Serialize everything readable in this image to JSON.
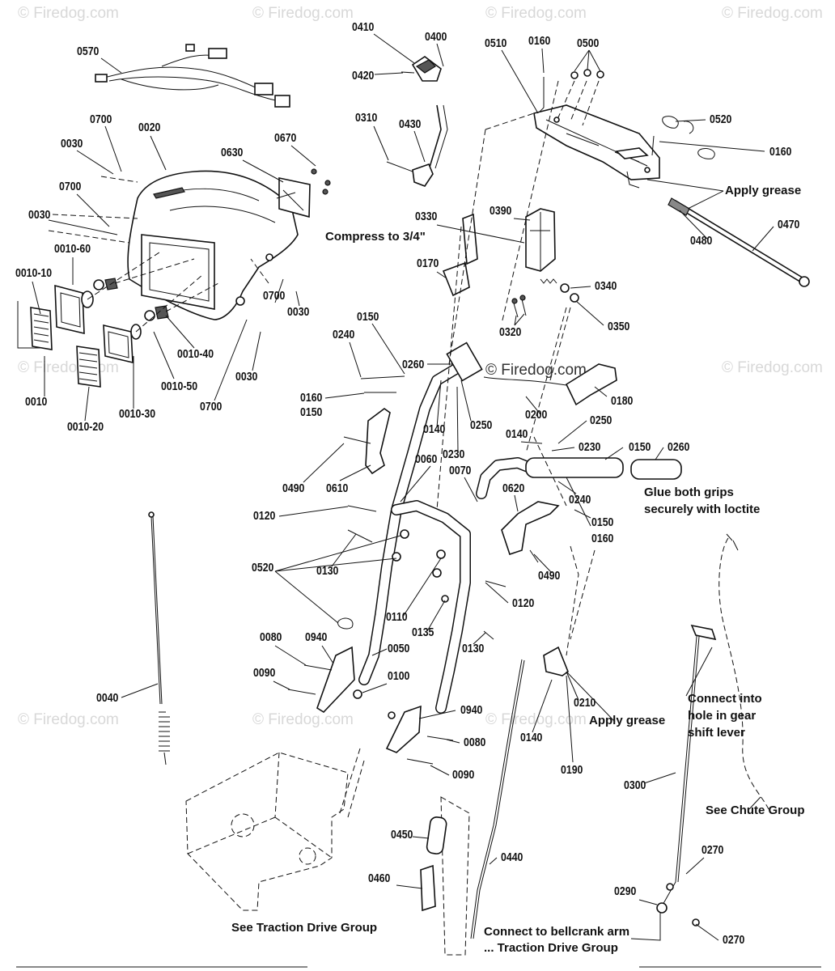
{
  "watermarks": [
    "© Firedog.com",
    "© Firedog.com",
    "© Firedog.com",
    "© Firedog.com",
    "© Firedog.com",
    "© Firedog.com",
    "© Firedog.com",
    "© Firedog.com",
    "© Firedog.com"
  ],
  "center_mark": "© Firedog.com",
  "labels": {
    "p0570": "0570",
    "p0700a": "0700",
    "p0020": "0020",
    "p0030a": "0030",
    "p0670": "0670",
    "p0630": "0630",
    "p0700b": "0700",
    "p0030b": "0030",
    "p0010_60": "0010-60",
    "p0010_10": "0010-10",
    "p0700c": "0700",
    "p0030c": "0030",
    "p0010_40": "0010-40",
    "p0010_50": "0010-50",
    "p0030d": "0030",
    "p0010": "0010",
    "p0010_30": "0010-30",
    "p0700d": "0700",
    "p0010_20": "0010-20",
    "p0410": "0410",
    "p0400": "0400",
    "p0420": "0420",
    "p0510": "0510",
    "p0160a": "0160",
    "p0500": "0500",
    "p0310": "0310",
    "p0430": "0430",
    "p0520a": "0520",
    "p0160b": "0160",
    "p0330": "0330",
    "p0390": "0390",
    "p0480": "0480",
    "p0470": "0470",
    "p0170": "0170",
    "p0340": "0340",
    "p0320": "0320",
    "p0350": "0350",
    "p0150a": "0150",
    "p0240a": "0240",
    "p0260a": "0260",
    "p0180": "0180",
    "p0160c": "0160",
    "p0150b": "0150",
    "p0200": "0200",
    "p0250a": "0250",
    "p0140a": "0140",
    "p0250b": "0250",
    "p0140b": "0140",
    "p0230a": "0230",
    "p0230b": "0230",
    "p0150c": "0150",
    "p0260b": "0260",
    "p0490a": "0490",
    "p0610": "0610",
    "p0060": "0060",
    "p0070": "0070",
    "p0620": "0620",
    "p0240b": "0240",
    "p0120a": "0120",
    "p0150d": "0150",
    "p0160d": "0160",
    "p0520b": "0520",
    "p0130a": "0130",
    "p0490b": "0490",
    "p0120b": "0120",
    "p0110": "0110",
    "p0135": "0135",
    "p0130b": "0130",
    "p0080a": "0080",
    "p0940a": "0940",
    "p0050": "0050",
    "p0090a": "0090",
    "p0100": "0100",
    "p0210": "0210",
    "p0040": "0040",
    "p0940b": "0940",
    "p0140c": "0140",
    "p0080b": "0080",
    "p0090b": "0090",
    "p0190": "0190",
    "p0300": "0300",
    "p0450": "0450",
    "p0440": "0440",
    "p0460": "0460",
    "p0270a": "0270",
    "p0290": "0290",
    "p0270b": "0270"
  },
  "notes": {
    "compress": "Compress to 3/4\"",
    "grease1": "Apply grease",
    "glue1": "Glue both grips",
    "glue2": "securely with loctite",
    "grease2": "Apply grease",
    "connect1": "Connect into",
    "connect2": "hole in gear",
    "connect3": "shift lever",
    "chute": "See Chute Group",
    "traction": "See Traction Drive Group",
    "bell1": "Connect to bellcrank arm",
    "bell2": "... Traction Drive Group"
  }
}
